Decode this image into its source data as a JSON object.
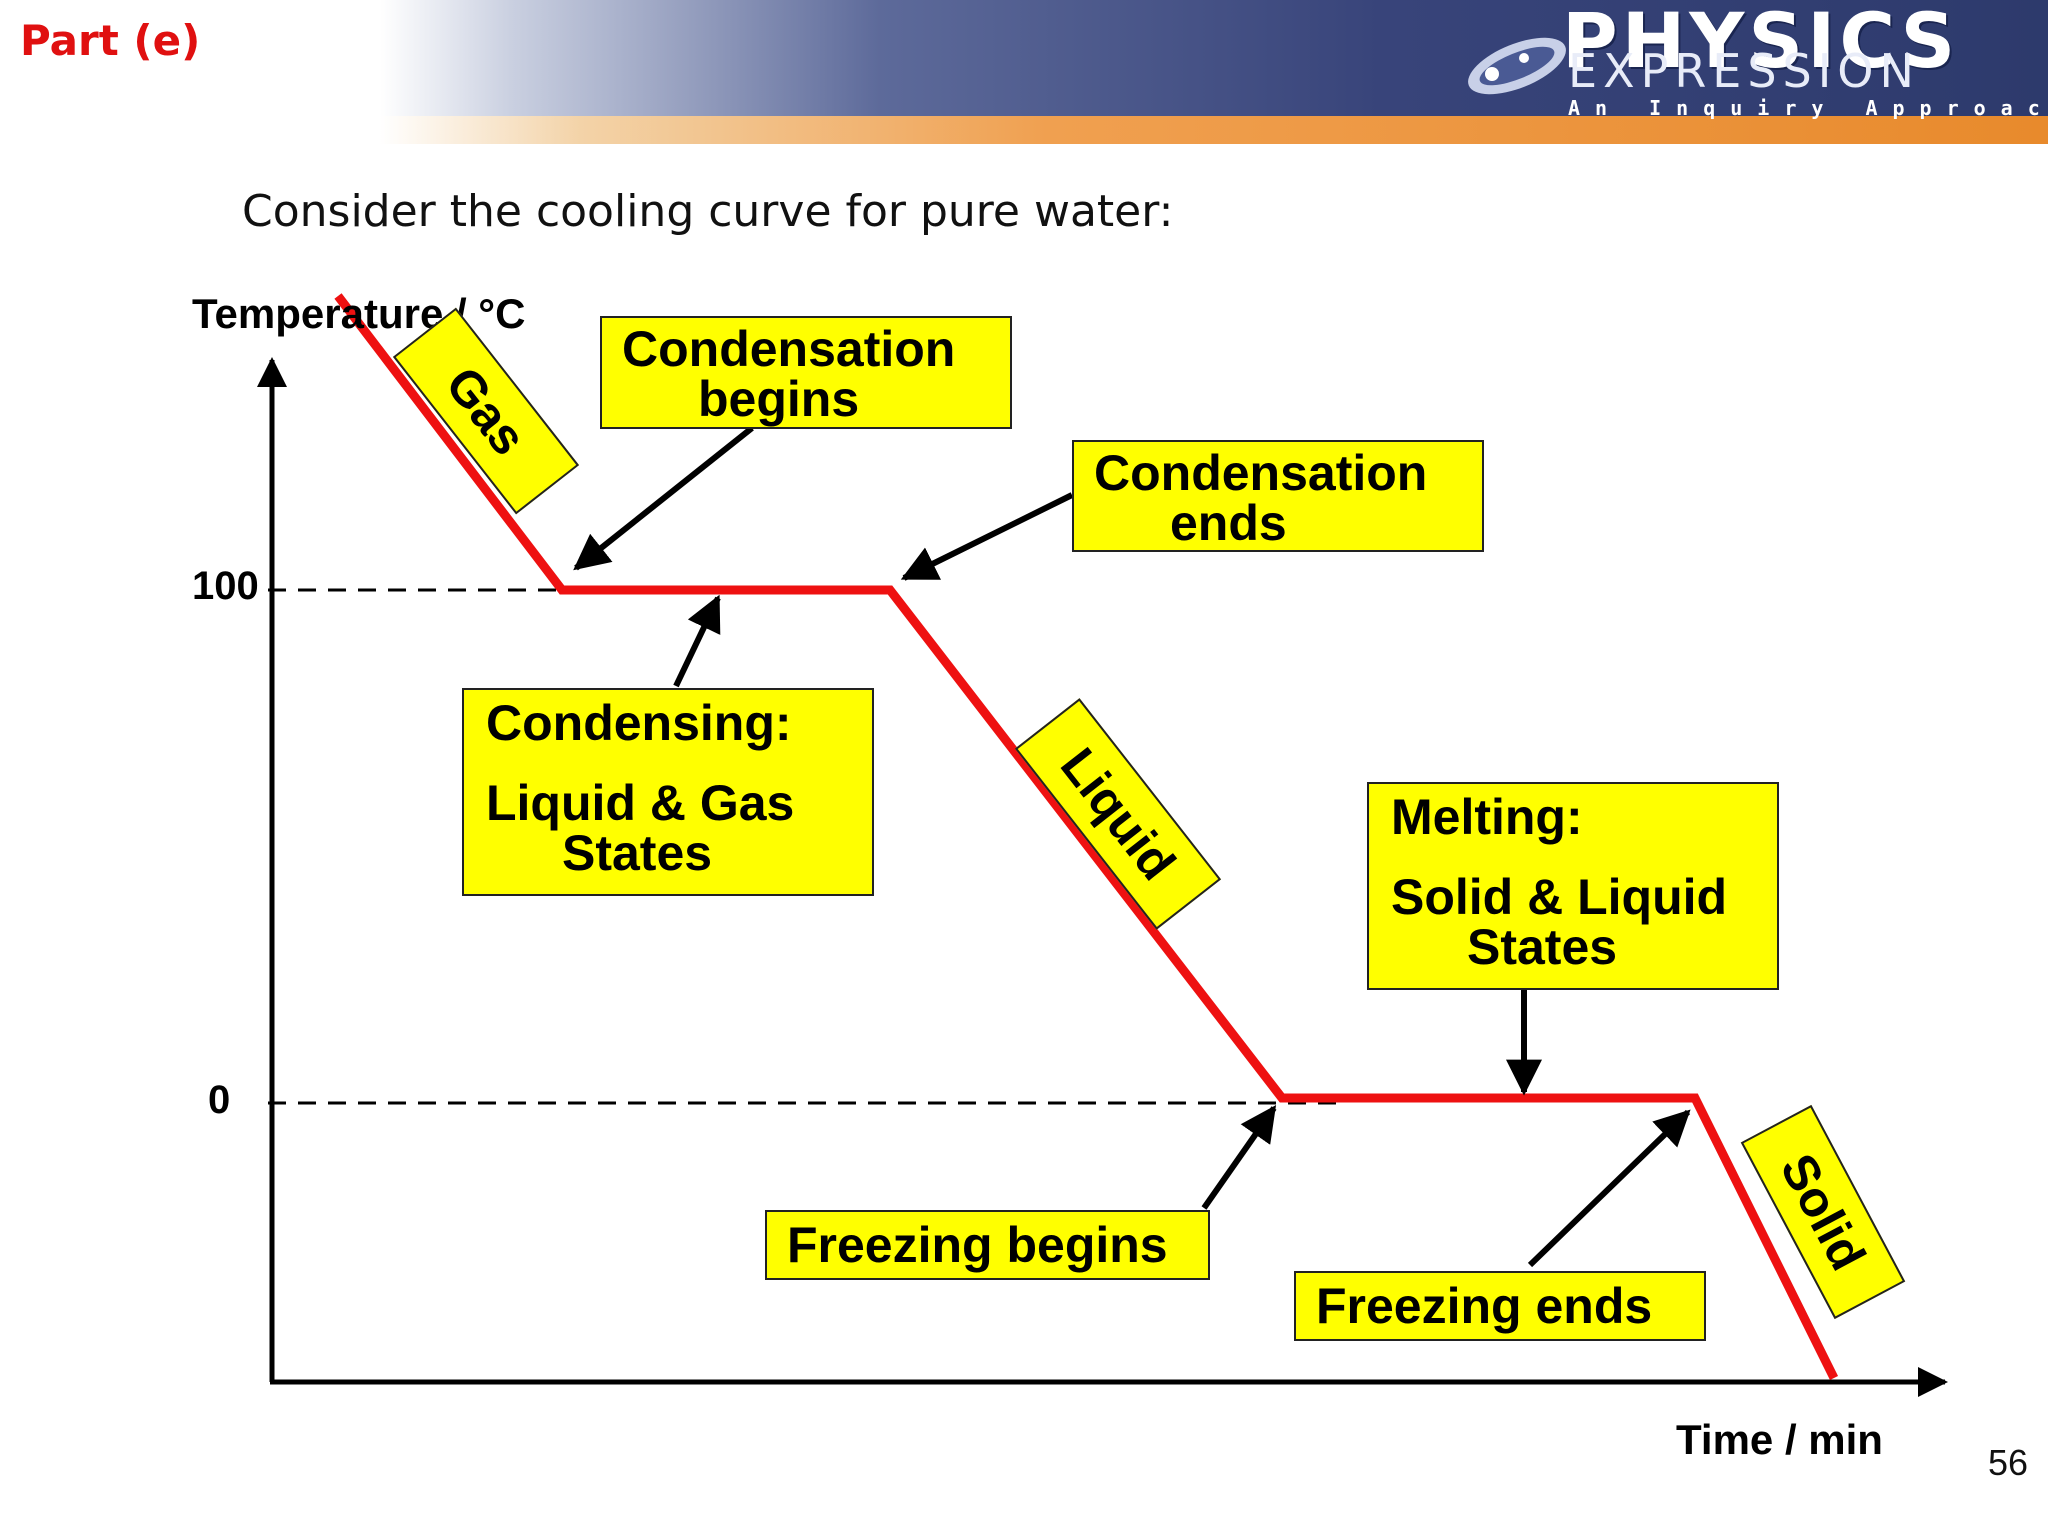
{
  "header": {
    "part_label": "Part (e)",
    "logo_title": "PHYSICS",
    "logo_subtitle": "EXPRESSION",
    "logo_tagline": "An Inquiry Approach"
  },
  "intro_text": "Consider the cooling curve for pure water:",
  "axes": {
    "y_label": "Temperature / °C",
    "x_label": "Time / min",
    "y_ticks": [
      "100",
      "0"
    ]
  },
  "phase_labels": {
    "gas": "Gas",
    "liquid": "Liquid",
    "solid": "Solid"
  },
  "callouts": {
    "condensation_begins": [
      "Condensation",
      "begins"
    ],
    "condensation_ends": [
      "Condensation",
      "ends"
    ],
    "condensing": [
      "Condensing:",
      "Liquid & Gas",
      "States"
    ],
    "melting": [
      "Melting:",
      "Solid & Liquid",
      "States"
    ],
    "freezing_begins": "Freezing begins",
    "freezing_ends": "Freezing ends"
  },
  "page_number": "56",
  "colors": {
    "curve": "#ee1111",
    "callout_fill": "#ffff00",
    "part_label": "#e01010"
  }
}
